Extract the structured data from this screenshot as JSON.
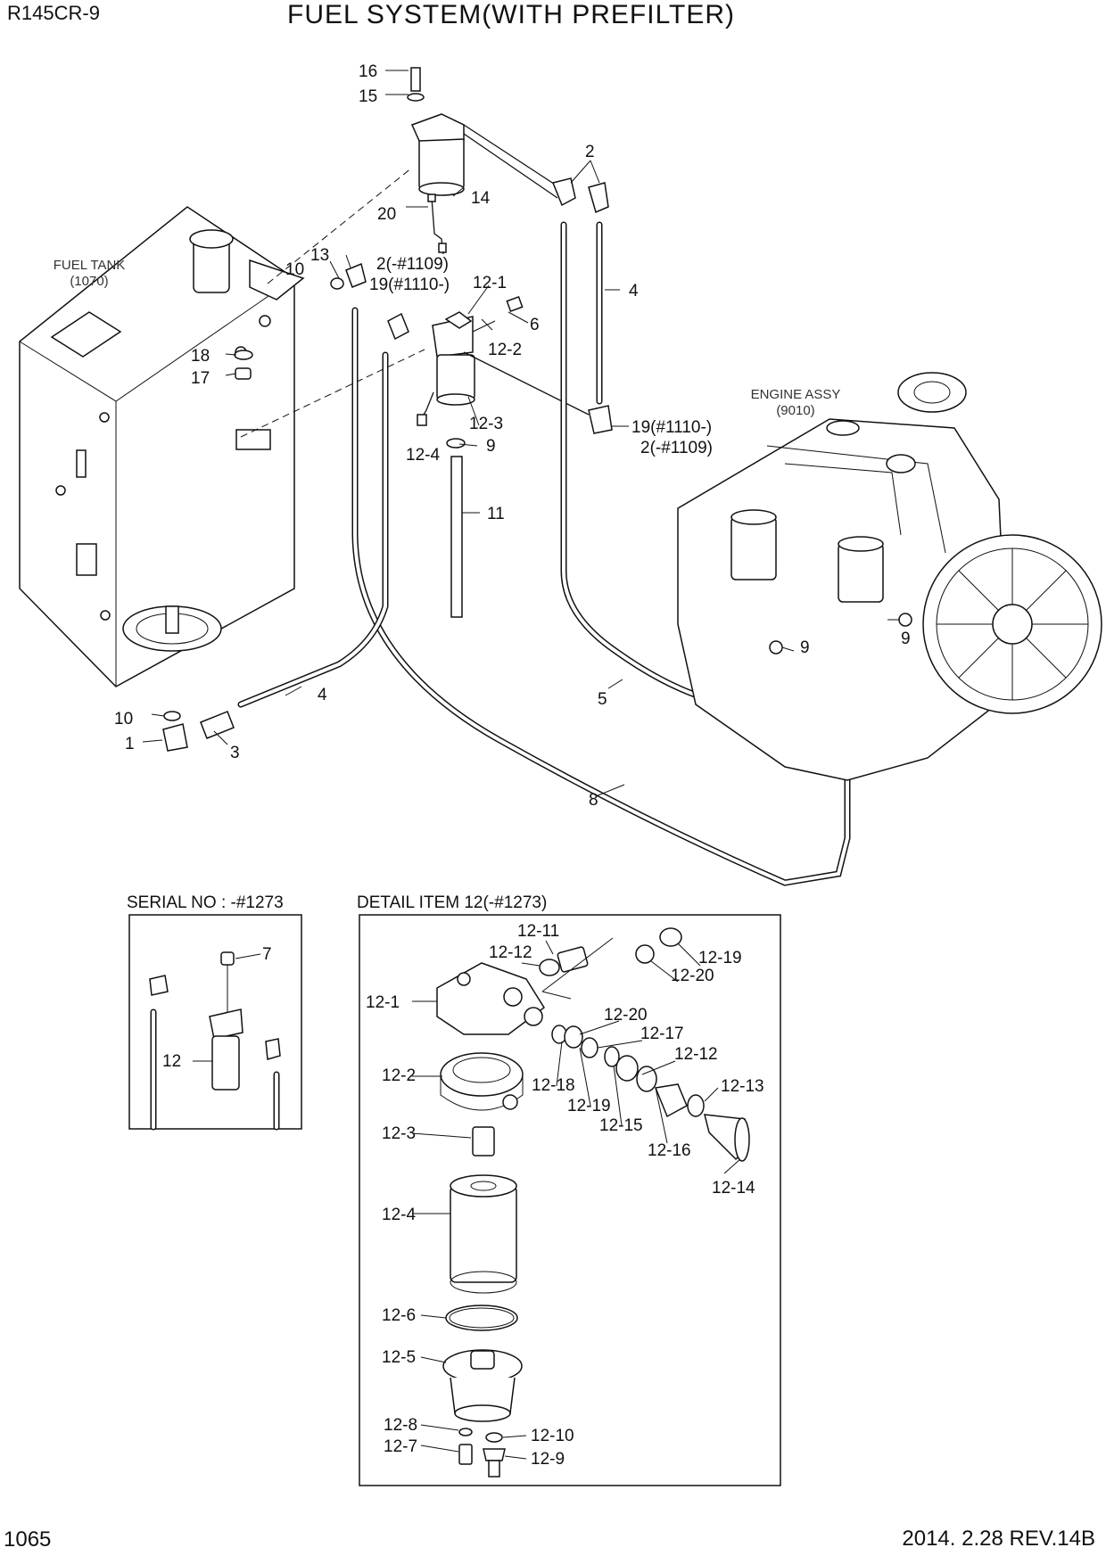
{
  "header": {
    "model": "R145CR-9",
    "title": "FUEL SYSTEM(WITH PREFILTER)"
  },
  "footer": {
    "page_number": "1065",
    "revision": "2014. 2.28  REV.14B"
  },
  "assemblies": {
    "fuel_tank": {
      "name": "FUEL TANK",
      "ref": "(1070)"
    },
    "engine": {
      "name": "ENGINE ASSY",
      "ref": "(9010)"
    }
  },
  "sections": {
    "serial": "SERIAL NO : -#1273",
    "detail": "DETAIL ITEM 12(-#1273)"
  },
  "callouts": {
    "c16": "16",
    "c15": "15",
    "c14": "14",
    "c2a": "2",
    "c20": "20",
    "c4a": "4",
    "c13": "13",
    "c10a": "10",
    "c2b": "2(-#1109)",
    "c19a": "19(#1110-)",
    "c12_1": "12-1",
    "c6": "6",
    "c12_2": "12-2",
    "c18": "18",
    "c17": "17",
    "c12_3": "12-3",
    "c19b": "19(#1110-)",
    "c2c": "2(-#1109)",
    "c12_4": "12-4",
    "c9a": "9",
    "c11": "11",
    "c9b": "9",
    "c9c": "9",
    "c4b": "4",
    "c5": "5",
    "c10b": "10",
    "c1": "1",
    "c3": "3",
    "c8": "8",
    "s7": "7",
    "s12": "12",
    "d12_11": "12-11",
    "d12_12a": "12-12",
    "d12_19a": "12-19",
    "d12_20a": "12-20",
    "d12_1": "12-1",
    "d12_20b": "12-20",
    "d12_17": "12-17",
    "d12_12b": "12-12",
    "d12_2": "12-2",
    "d12_18": "12-18",
    "d12_13": "12-13",
    "d12_19b": "12-19",
    "d12_15": "12-15",
    "d12_16": "12-16",
    "d12_3": "12-3",
    "d12_14": "12-14",
    "d12_4": "12-4",
    "d12_6": "12-6",
    "d12_5": "12-5",
    "d12_8": "12-8",
    "d12_10": "12-10",
    "d12_7": "12-7",
    "d12_9": "12-9"
  }
}
